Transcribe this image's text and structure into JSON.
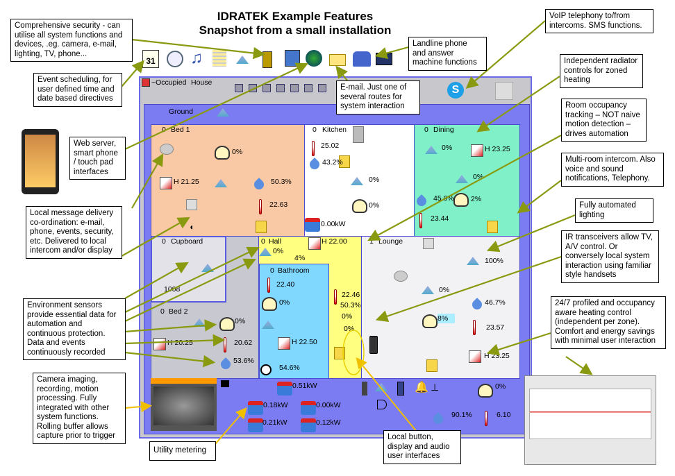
{
  "title": {
    "line1": "IDRATEK Example Features",
    "line2": "Snapshot from a small installation"
  },
  "callouts": {
    "security": "Comprehensive security - can utilise all system functions and devices, .eg. camera, e-mail, lighting, TV, phone...",
    "scheduling": "Event scheduling, for user defined time and date based directives",
    "webserver": "Web server, smart phone / touch pad interfaces",
    "messaging": "Local message delivery co-ordination: e-mail, phone, events, security, etc. Delivered to local intercom and/or display",
    "sensors": "Environment sensors provide essential data for automation and continuous protection. Data and events continuously recorded",
    "camera": "Camera imaging, recording, motion processing. Fully integrated with other system functions. Rolling buffer allows capture prior to trigger",
    "metering": "Utility metering",
    "local_button": "Local button, display and audio user interfaces",
    "landline": "Landline phone and answer machine functions",
    "email": "E-mail. Just one of several routes for system interaction",
    "voip": "VoIP telephony to/from intercoms. SMS functions.",
    "radiator": "Independent radiator controls for zoned heating",
    "occupancy": "Room occupancy tracking – NOT naive motion detection – drives automation",
    "intercom": "Multi-room intercom. Also voice and sound notifications, Telephony.",
    "lighting": "Fully automated lighting",
    "ir": "IR transceivers allow TV, A/V control. Or conversely local system interaction using familiar style handsets",
    "heating": "24/7 profiled and occupancy aware heating control (independent per zone). Comfort and energy savings with minimal user interaction"
  },
  "app": {
    "status": "~Occupied",
    "house": "House",
    "floor_tab": "Ground"
  },
  "rooms": {
    "bed1": {
      "occ": "0",
      "name": "Bed 1",
      "light": "0%",
      "heat": "H 21.25",
      "humidity": "50.3%",
      "temp": "22.63"
    },
    "kitchen": {
      "occ": "0",
      "name": "Kitchen",
      "temp": "25.02",
      "humidity": "43.2%",
      "light": "0%",
      "blind": "0%",
      "power": "0.00kW"
    },
    "dining": {
      "occ": "0",
      "name": "Dining",
      "light1": "0%",
      "heat": "H 23.25",
      "light2": "0%",
      "humidity": "45.0%",
      "blind": "2%",
      "temp": "23.44"
    },
    "cupboard": {
      "occ": "0",
      "name": "Cupboard",
      "value": "1008"
    },
    "bed2": {
      "occ": "0",
      "name": "Bed 2",
      "blind": "0%",
      "heat": "H 20.25",
      "temp": "20.62",
      "humidity": "53.6%"
    },
    "hall": {
      "occ": "0",
      "name": "Hall",
      "light": "0%",
      "blind": "4%",
      "heat": "H 22.00",
      "temp": "22.46",
      "humidity": "50.3%",
      "blind2": "0%",
      "light2": "0%"
    },
    "bathroom": {
      "occ": "0",
      "name": "Bathroom",
      "temp": "22.40",
      "blind": "0%",
      "heat": "H 22.50",
      "humidity": "54.6%"
    },
    "lounge": {
      "occ": "1",
      "name": "Lounge",
      "light1": "100%",
      "light2": "0%",
      "humidity": "46.7%",
      "blind": "8%",
      "temp": "23.57",
      "heat": "H 23.25"
    }
  },
  "outside": {
    "power_main": "0.51kW",
    "power1": "0.18kW",
    "power2": "0.00kW",
    "power3": "0.21kW",
    "power4": "0.12kW",
    "blind": "0%",
    "humidity": "90.1%",
    "temp": "6.10"
  },
  "colors": {
    "arrow": "#8a9a10",
    "floor": "#7b7bf2",
    "bed1": "#f9c9a5",
    "dining": "#80f0c8",
    "hall": "#ffff80",
    "bathroom": "#80d8ff"
  }
}
